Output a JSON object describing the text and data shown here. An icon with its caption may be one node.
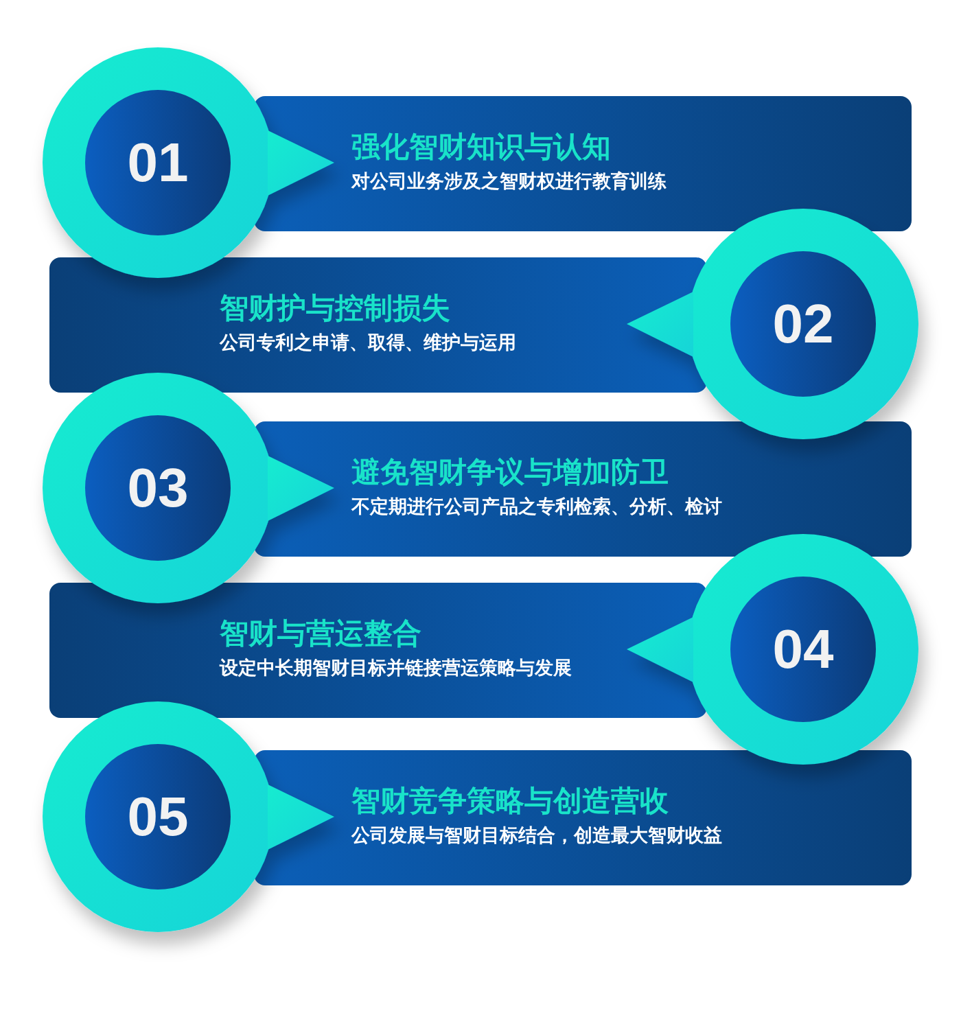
{
  "diagram": {
    "nodes": [
      {
        "text": [
          "01"
        ]
      },
      {
        "text": [
          "强化智财知识与认知",
          "对公司业务涉及之智财权进行教育训练"
        ]
      },
      {
        "text": [
          "02"
        ]
      },
      {
        "text": [
          "智财护与控制损失",
          "公司专利之申请、取得、维护与运用"
        ]
      },
      {
        "text": [
          "03"
        ]
      },
      {
        "text": [
          "避免智财争议与增加防卫",
          "不定期进行公司产品之专利检索、分析、检讨"
        ]
      },
      {
        "text": [
          "04"
        ]
      },
      {
        "text": [
          "智财与营运整合",
          "设定中长期智财目标并链接营运策略与发展"
        ]
      },
      {
        "text": [
          "05"
        ]
      },
      {
        "text": [
          "智财竞争策略与创造营收",
          "公司发展与智财目标结合，创造最大智财收益"
        ]
      }
    ]
  }
}
